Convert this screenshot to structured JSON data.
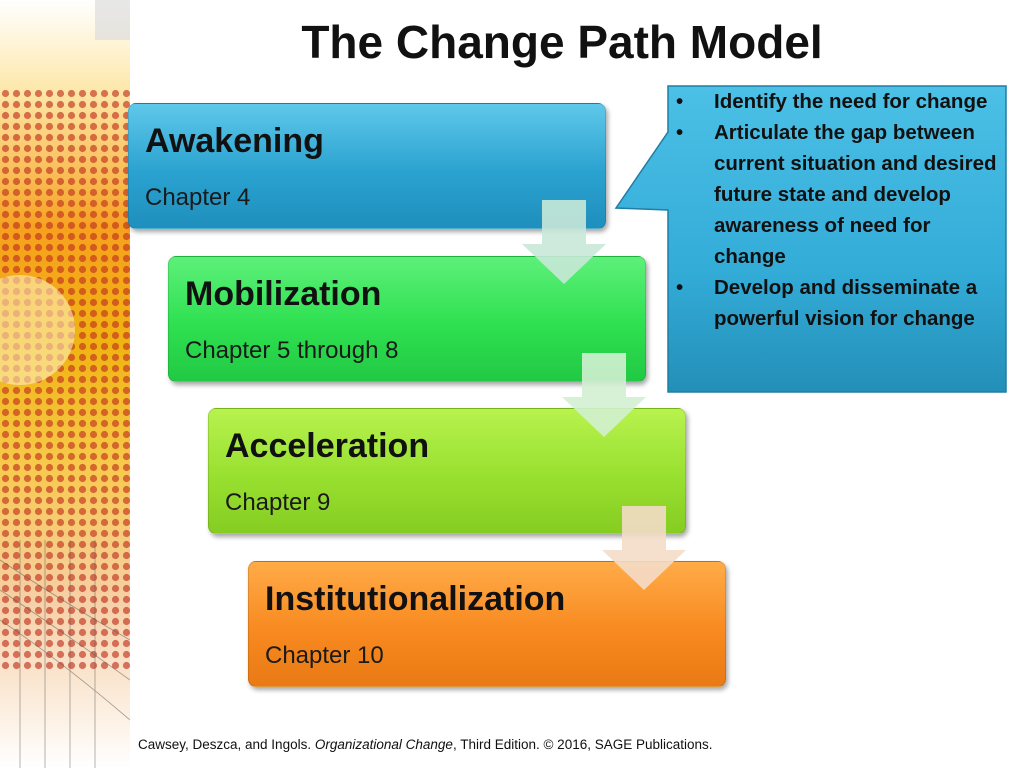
{
  "title": "The Change Path Model",
  "stages": [
    {
      "name": "Awakening",
      "chapter": "Chapter 4"
    },
    {
      "name": "Mobilization",
      "chapter": "Chapter 5 through 8"
    },
    {
      "name": "Acceleration",
      "chapter": "Chapter 9"
    },
    {
      "name": "Institutionalization",
      "chapter": "Chapter 10"
    }
  ],
  "callout": {
    "bullet_glyph": "•",
    "items": [
      "Identify the need for change",
      "Articulate the gap between current situation and desired future state and develop awareness of need for change",
      "Develop and disseminate a powerful vision for change"
    ]
  },
  "footer": {
    "authors": "Cawsey, Deszca, and Ingols. ",
    "book_title": "Organizational Change",
    "rest": ", Third Edition. © 2016, SAGE Publications."
  },
  "colors": {
    "awakening": "#2aa2d0",
    "mobilization": "#2ee050",
    "acceleration": "#98e030",
    "institutionalization": "#f88a20",
    "callout": "#33acd8"
  }
}
